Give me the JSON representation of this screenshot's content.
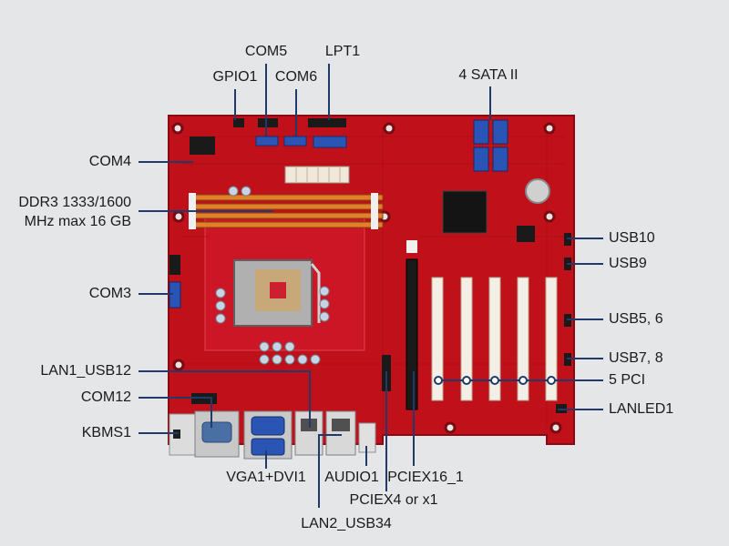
{
  "labels": {
    "gpio1": "GPIO1",
    "com5": "COM5",
    "lpt1": "LPT1",
    "com6": "COM6",
    "sata": "4 SATA II",
    "com4": "COM4",
    "ddr3_line1": "DDR3 1333/1600",
    "ddr3_line2": "MHz max 16 GB",
    "com3": "COM3",
    "lan1_usb12": "LAN1_USB12",
    "com12": "COM12",
    "kbms1": "KBMS1",
    "vga_dvi": "VGA1+DVI1",
    "audio1": "AUDIO1",
    "pciex16": "PCIEX16_1",
    "pciex4": "PCIEX4 or x1",
    "lan2_usb34": "LAN2_USB34",
    "usb10": "USB10",
    "usb9": "USB9",
    "usb56": "USB5, 6",
    "usb78": "USB7, 8",
    "pci5": "5 PCI",
    "lanled1": "LANLED1"
  },
  "colors": {
    "board": "#c0101a",
    "board_dark": "#8a0a12",
    "board_light": "#d8283a",
    "line": "#1f3a6b",
    "dimm": "#e08028",
    "blue_port": "#2b55b5"
  }
}
